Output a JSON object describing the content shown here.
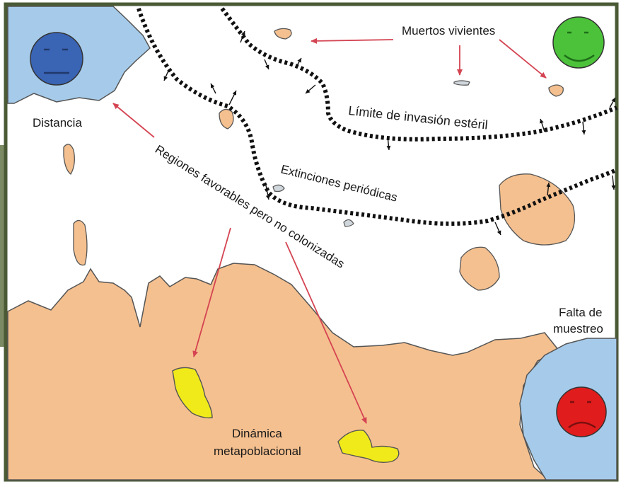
{
  "labels": {
    "muertos_vivientes": "Muertos vivientes",
    "distancia": "Distancia",
    "limite_invasion": "Límite de invasión estéril",
    "extinciones": "Extinciones periódicas",
    "regiones": "Regiones favorables pero no colonizadas",
    "falta_line1": "Falta de",
    "falta_line2": "muestreo",
    "dinamica_line1": "Dinámica",
    "dinamica_line2": "metapoblacional"
  },
  "faces": {
    "blue": {
      "mood": "neutral",
      "color": "#3a64b4"
    },
    "green": {
      "mood": "happy",
      "color": "#4cc23a"
    },
    "red": {
      "mood": "sad",
      "color": "#e01c1c"
    }
  },
  "colors": {
    "frame": "#4a5a35",
    "side_bar": "#7c8a64",
    "range_fill": "#f5c08f",
    "light_blue": "#a6cbea",
    "yellow": "#f0ea1a",
    "arrow_red": "#d44452",
    "dotted_line": "#111111"
  }
}
